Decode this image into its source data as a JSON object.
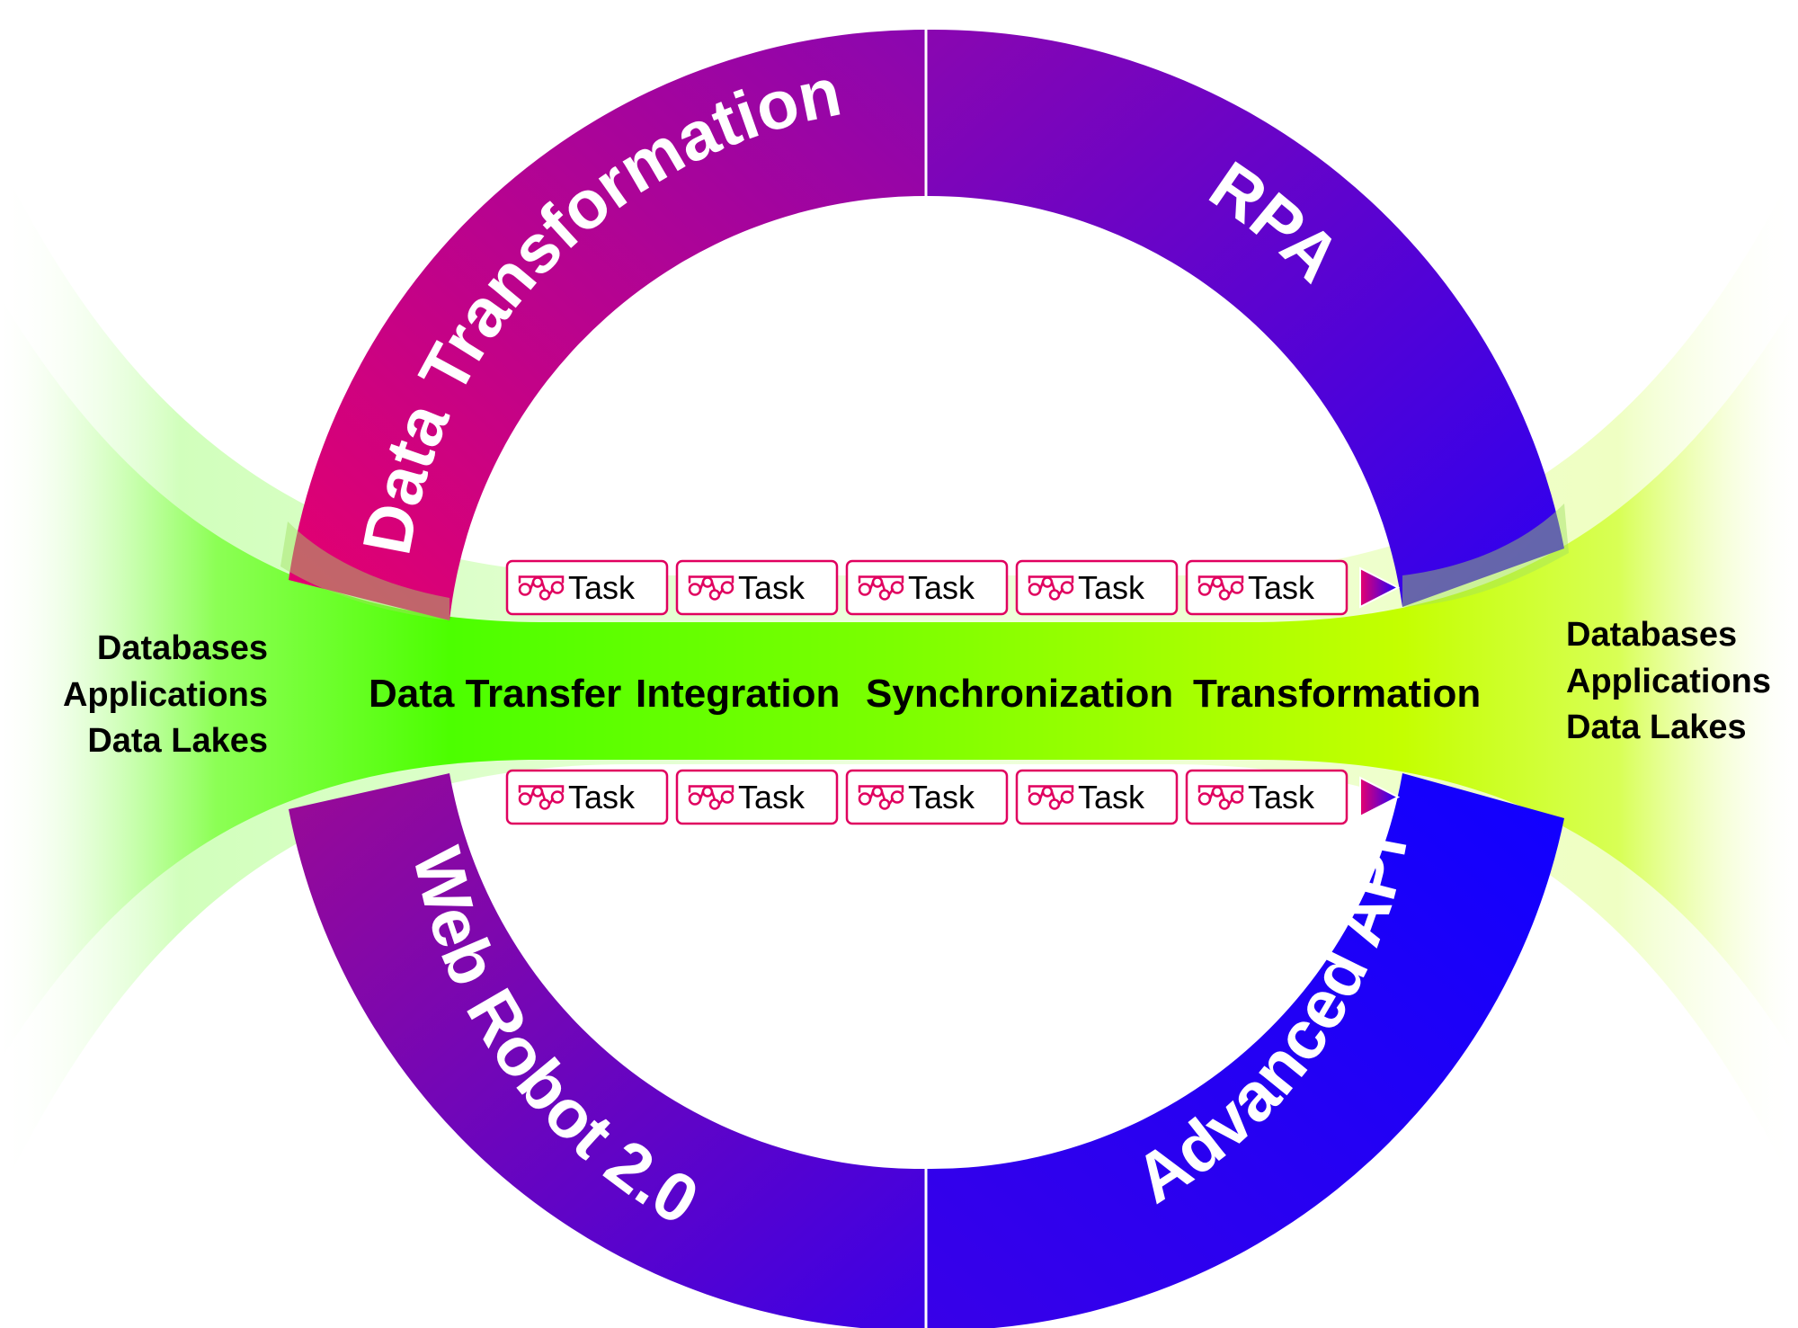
{
  "left_sources": [
    "Databases",
    "Applications",
    "Data Lakes"
  ],
  "right_sources": [
    "Databases",
    "Applications",
    "Data Lakes"
  ],
  "flow_labels": [
    "Data Transfer",
    "Integration",
    "Synchronization",
    "Transformation"
  ],
  "ring_segments": {
    "top_left": "Data Transformation",
    "top_right": "RPA",
    "bottom_left": "Web Robot 2.0",
    "bottom_right": "Advanced API"
  },
  "task_rows": {
    "top": [
      "Task",
      "Task",
      "Task",
      "Task",
      "Task"
    ],
    "bottom": [
      "Task",
      "Task",
      "Task",
      "Task",
      "Task"
    ]
  },
  "icons": {
    "task": "workflow-nodes-icon",
    "arrow": "play-arrow-icon"
  },
  "colors": {
    "pink": "#e6006e",
    "purple": "#8a06b0",
    "blue": "#1400ff",
    "green": "#55ff00",
    "lime": "#c8ff00",
    "task_border": "#e0005f"
  }
}
